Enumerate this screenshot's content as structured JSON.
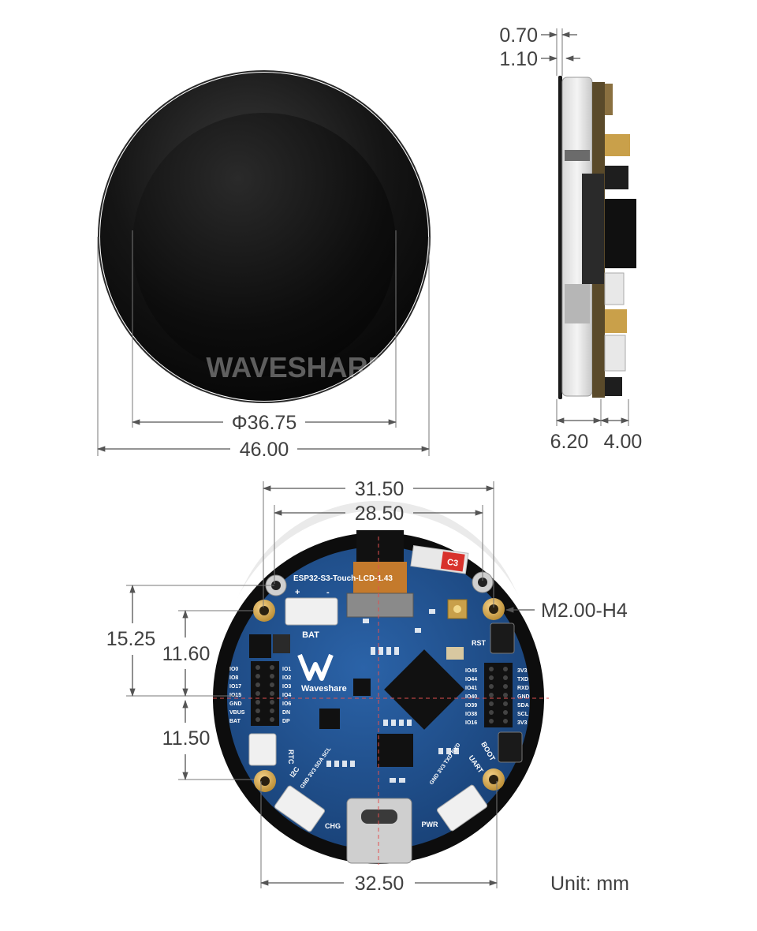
{
  "front_view": {
    "outer_diameter": "46.00",
    "display_diameter": "Φ36.75",
    "watermark": "WAVESHARE"
  },
  "side_view": {
    "glass_thickness": "0.70",
    "panel_thickness": "1.10",
    "body_depth": "6.20",
    "board_depth": "4.00"
  },
  "back_view": {
    "hole_span_outer": "31.50",
    "hole_span_inner": "28.50",
    "bottom_span": "32.50",
    "upper_height": "15.25",
    "mid_upper_height": "11.60",
    "mid_lower_height": "11.50",
    "screw_spec": "M2.00-H4",
    "board_title": "ESP32-S3-Touch-LCD-1.43",
    "brand": "Waveshare",
    "labels": {
      "bat": "BAT",
      "rtc": "RTC",
      "i2c": "I2C",
      "chg": "CHG",
      "pwr": "PWR",
      "uart": "UART",
      "rst": "RST",
      "boot": "BOOT",
      "c3": "C3"
    },
    "left_header_labels": [
      "IO0",
      "IO8",
      "IO17",
      "IO15",
      "GND",
      "VBUS",
      "BAT"
    ],
    "left_header_labels_2": [
      "IO1",
      "IO2",
      "IO3",
      "IO4",
      "IO6",
      "DN",
      "DP"
    ],
    "right_header_labels": [
      "IO45",
      "IO44",
      "IO41",
      "IO40",
      "IO39",
      "IO38",
      "IO16"
    ],
    "right_header_labels_2": [
      "3V3",
      "TXD",
      "RXD",
      "GND",
      "SDA",
      "SCL",
      "3V3"
    ],
    "i2c_pins": "GND 3V3 SDA SCL",
    "uart_pins": "GND 3V3 TXD RXD"
  },
  "unit": "Unit: mm",
  "colors": {
    "dimension_line": "#555555",
    "pcb_blue": "#1f4e8c",
    "gold": "#d4a84a",
    "bezel": "#141414",
    "centerline": "#e05050"
  }
}
